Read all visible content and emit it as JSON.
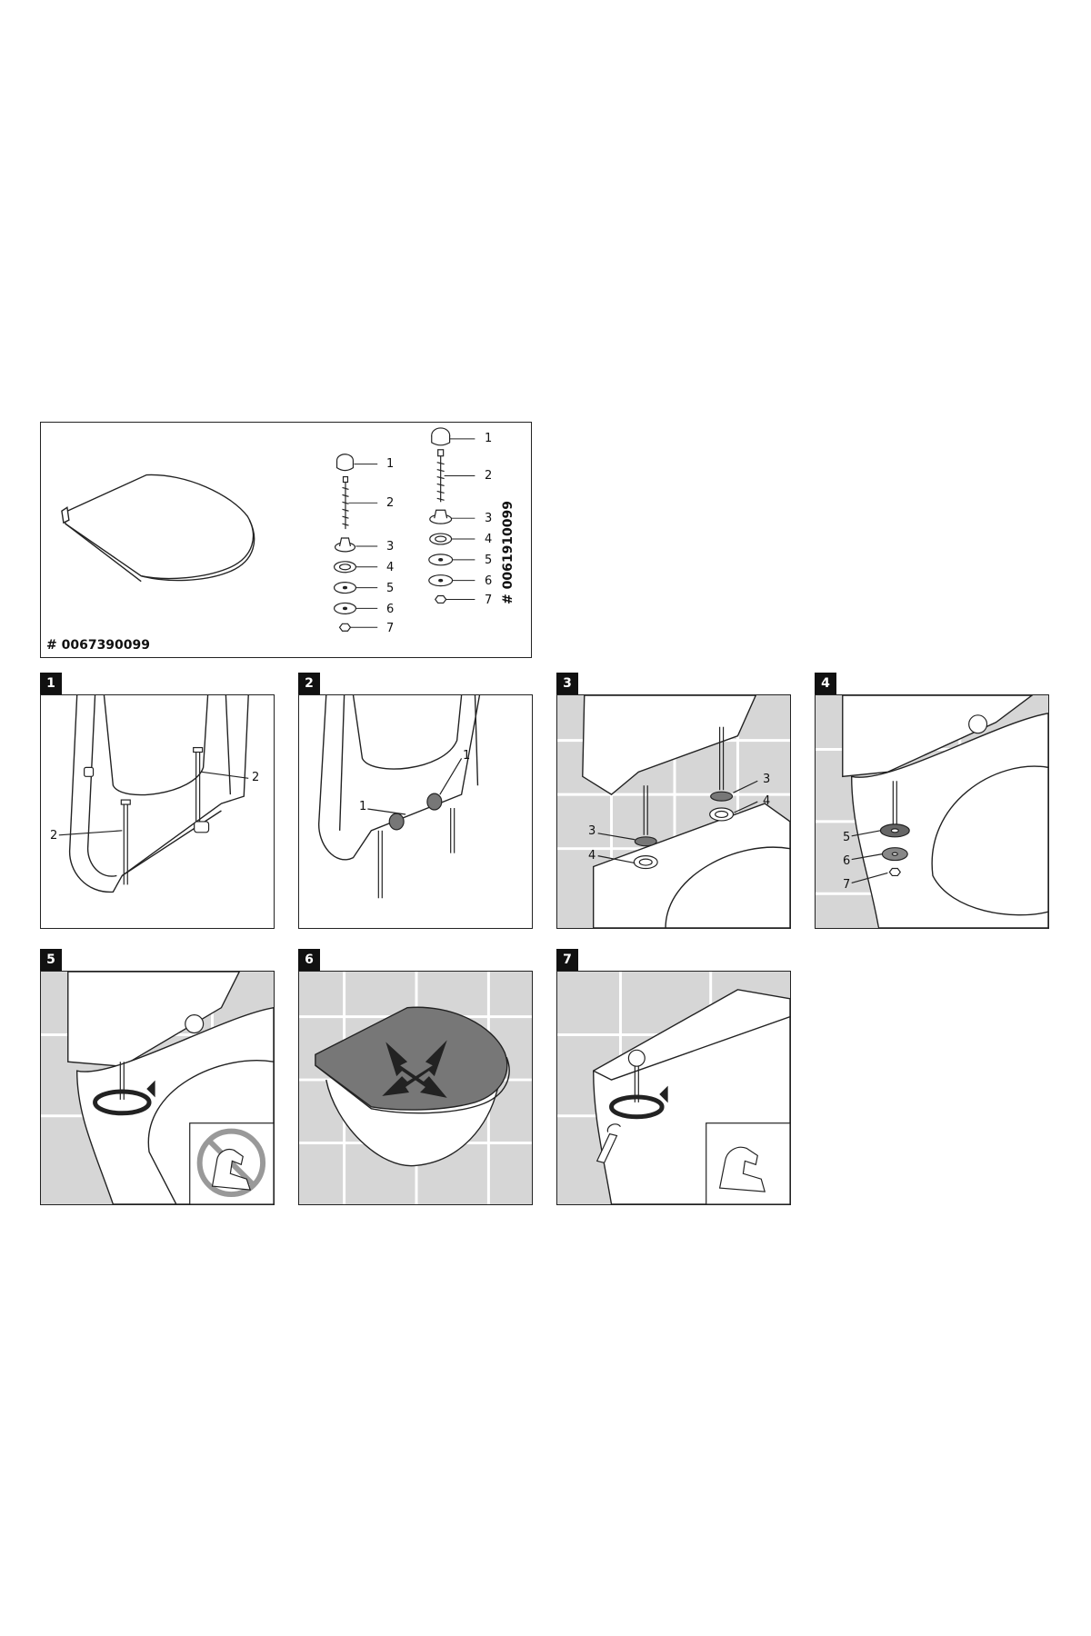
{
  "overview": {
    "code_main": "# 0067390099",
    "code_alt": "# 0061910099",
    "parts_main": [
      "1",
      "2",
      "3",
      "4",
      "5",
      "6",
      "7"
    ],
    "parts_alt": [
      "1",
      "2",
      "3",
      "4",
      "5",
      "6",
      "7"
    ]
  },
  "steps": [
    {
      "number": "1",
      "labels": [
        "2",
        "2"
      ]
    },
    {
      "number": "2",
      "labels": [
        "1",
        "1"
      ]
    },
    {
      "number": "3",
      "labels": [
        "3",
        "4",
        "3",
        "4"
      ]
    },
    {
      "number": "4",
      "labels": [
        "5",
        "6",
        "7"
      ]
    },
    {
      "number": "5",
      "labels": []
    },
    {
      "number": "6",
      "labels": []
    },
    {
      "number": "7",
      "labels": []
    }
  ],
  "colors": {
    "line": "#222222",
    "tile": "#d6d6d6",
    "grout": "#ffffff",
    "dark": "#555555",
    "prohibit": "#999999"
  }
}
